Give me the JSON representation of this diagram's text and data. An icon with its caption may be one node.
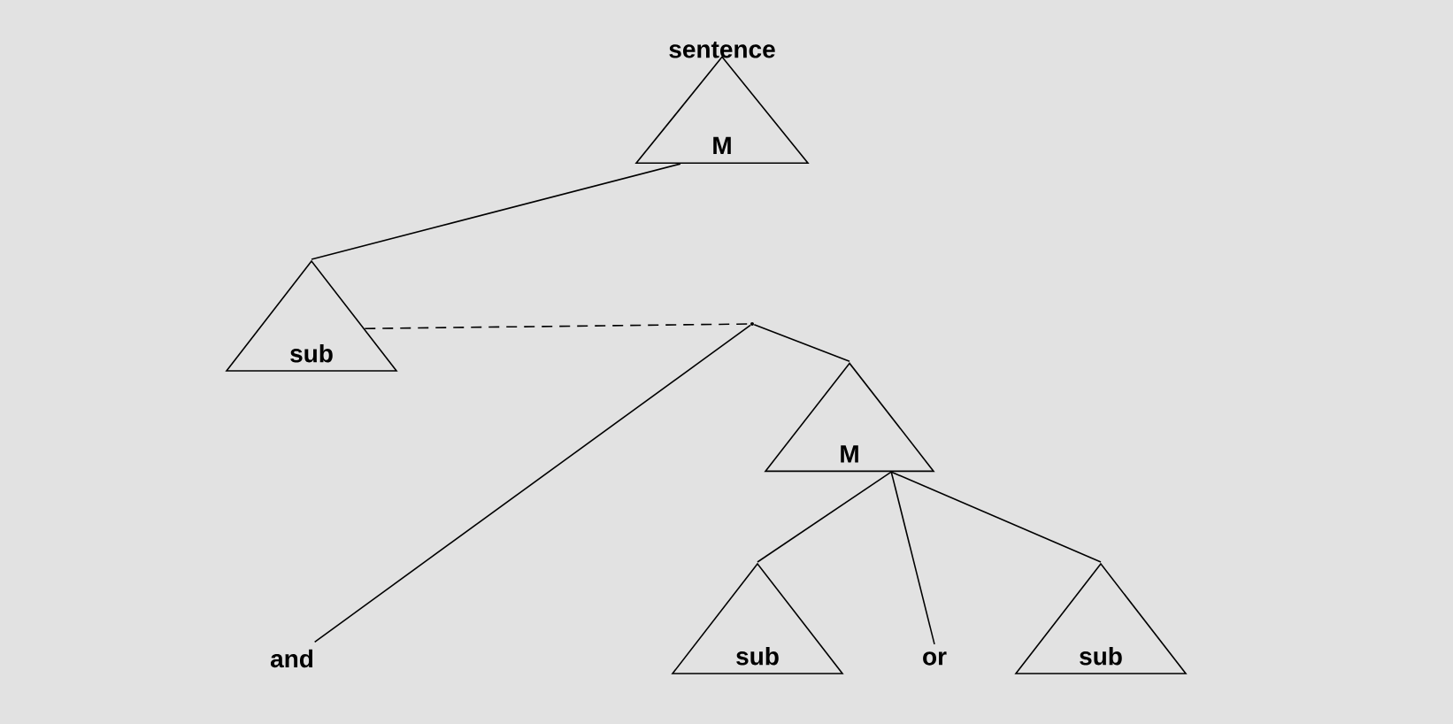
{
  "diagram": {
    "nodes": [
      {
        "text": [
          "sentence",
          "M"
        ]
      },
      {
        "text": [
          "sub"
        ]
      },
      {
        "text": [],
        "shape": "point"
      },
      {
        "text": [
          "M"
        ]
      },
      {
        "text": [
          "and"
        ]
      },
      {
        "text": [
          "sub"
        ]
      },
      {
        "text": [
          "or"
        ]
      },
      {
        "text": [
          "sub"
        ]
      }
    ],
    "edges": [
      {
        "from": 0,
        "to": 1,
        "arrow": "none"
      },
      {
        "from": 1,
        "to": 2,
        "arrow": "none",
        "style": "dashed"
      },
      {
        "from": 2,
        "to": 4,
        "arrow": "none"
      },
      {
        "from": 2,
        "to": 3,
        "arrow": "none"
      },
      {
        "from": 3,
        "to": 5,
        "arrow": "none"
      },
      {
        "from": 3,
        "to": 6,
        "arrow": "none"
      },
      {
        "from": 3,
        "to": 7,
        "arrow": "none"
      }
    ]
  }
}
